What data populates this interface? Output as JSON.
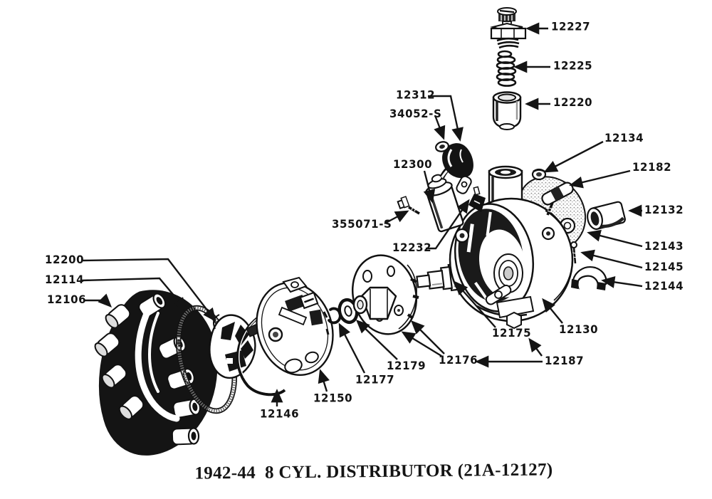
{
  "colors": {
    "ink": "#1a1a1a",
    "paper": "#ffffff"
  },
  "caption": "1942-44  8 CYL. DISTRIBUTOR (21A-12127)",
  "labels": [
    {
      "text": "12227"
    },
    {
      "text": "12225"
    },
    {
      "text": "12220"
    },
    {
      "text": "12312"
    },
    {
      "text": "34052-S"
    },
    {
      "text": "12300"
    },
    {
      "text": "355071-S"
    },
    {
      "text": "12232"
    },
    {
      "text": "12134"
    },
    {
      "text": "12182"
    },
    {
      "text": "12132"
    },
    {
      "text": "12143"
    },
    {
      "text": "12145"
    },
    {
      "text": "12144"
    },
    {
      "text": "12200"
    },
    {
      "text": "12114"
    },
    {
      "text": "12106"
    },
    {
      "text": "12146"
    },
    {
      "text": "12150"
    },
    {
      "text": "12177"
    },
    {
      "text": "12179"
    },
    {
      "text": "12176"
    },
    {
      "text": "12175"
    },
    {
      "text": "12130"
    },
    {
      "text": "12187"
    }
  ]
}
